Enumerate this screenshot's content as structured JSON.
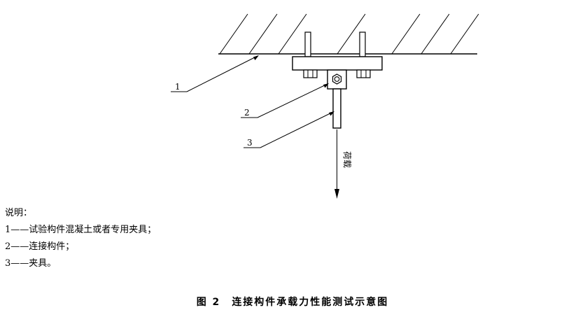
{
  "diagram": {
    "callouts": [
      {
        "num": "1"
      },
      {
        "num": "2"
      },
      {
        "num": "3"
      }
    ],
    "load_label": "荷载"
  },
  "legend": {
    "heading": "说明：",
    "items": [
      {
        "num": "1",
        "dash": "——",
        "text": "试验构件混凝土或者专用夹具；"
      },
      {
        "num": "2",
        "dash": "——",
        "text": "连接构件；"
      },
      {
        "num": "3",
        "dash": "——",
        "text": "夹具。"
      }
    ]
  },
  "caption": {
    "number": "图 2",
    "title": "连接构件承载力性能测试示意图"
  }
}
